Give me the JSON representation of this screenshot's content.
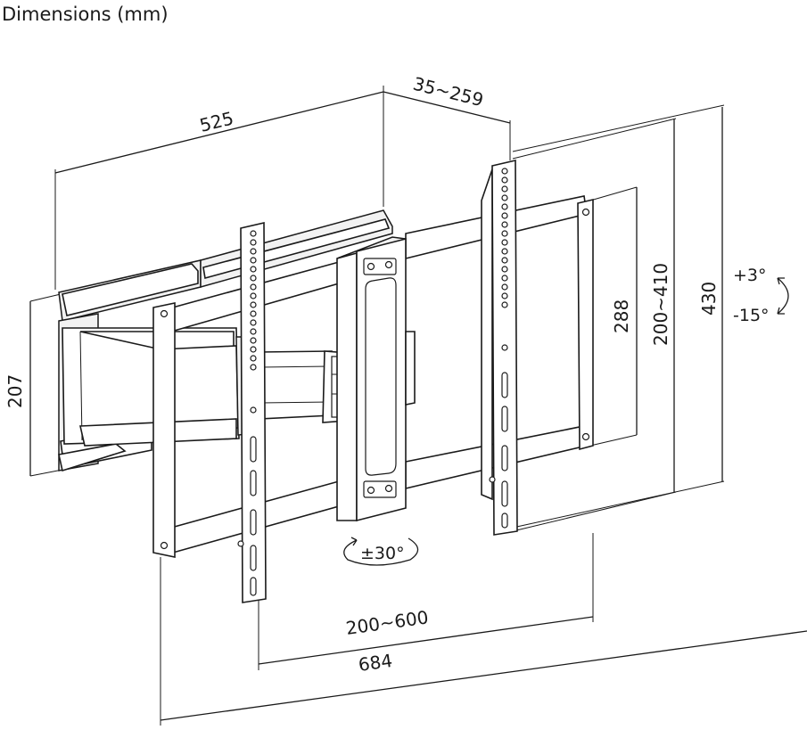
{
  "title": "Dimensions (mm)",
  "dimensions": {
    "arm_width": "525",
    "wall_depth": "35~259",
    "wall_plate_height": "207",
    "vesa_horizontal": "200~600",
    "overall_width": "684",
    "vesa_vertical_small": "288",
    "vesa_vertical": "200~410",
    "overall_height": "430"
  },
  "angles": {
    "tilt_up": "+3°",
    "tilt_down": "-15°",
    "swivel": "±30°"
  }
}
